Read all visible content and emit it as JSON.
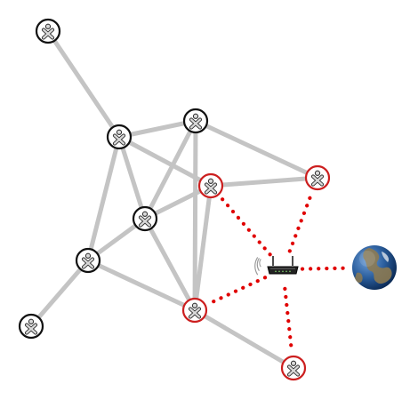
{
  "diagram": {
    "type": "mesh-network",
    "colors": {
      "background": "#ffffff",
      "mesh_link": "#c4c4c4",
      "gateway_link": "#e00000",
      "node_ring_default": "#111111",
      "node_ring_gateway": "#cc1f1f",
      "node_fill": "#ffffff",
      "figure_fill": "#d9d9d9",
      "figure_stroke": "#333333",
      "router_body": "#222222",
      "wifi_waves": "#9a9a9a",
      "globe_ocean": "#1d4f8f",
      "globe_land": "#8c7a52"
    },
    "nodes": [
      {
        "id": "n1",
        "kind": "xo-laptop",
        "gateway": false
      },
      {
        "id": "n2",
        "kind": "xo-laptop",
        "gateway": false
      },
      {
        "id": "n3",
        "kind": "xo-laptop",
        "gateway": false
      },
      {
        "id": "n4",
        "kind": "xo-laptop",
        "gateway": true
      },
      {
        "id": "n5",
        "kind": "xo-laptop",
        "gateway": true
      },
      {
        "id": "n6",
        "kind": "xo-laptop",
        "gateway": false
      },
      {
        "id": "n7",
        "kind": "xo-laptop",
        "gateway": false
      },
      {
        "id": "n8",
        "kind": "xo-laptop",
        "gateway": false
      },
      {
        "id": "n9",
        "kind": "xo-laptop",
        "gateway": true
      },
      {
        "id": "n10",
        "kind": "xo-laptop",
        "gateway": true
      }
    ],
    "router": {
      "id": "router",
      "icon": "wireless-router-icon"
    },
    "internet": {
      "id": "internet",
      "icon": "globe-icon"
    },
    "mesh_links": [
      [
        "n1",
        "n2"
      ],
      [
        "n2",
        "n3"
      ],
      [
        "n2",
        "n4"
      ],
      [
        "n2",
        "n6"
      ],
      [
        "n2",
        "n7"
      ],
      [
        "n3",
        "n6"
      ],
      [
        "n3",
        "n9"
      ],
      [
        "n3",
        "n5"
      ],
      [
        "n4",
        "n5"
      ],
      [
        "n4",
        "n6"
      ],
      [
        "n4",
        "n9"
      ],
      [
        "n6",
        "n7"
      ],
      [
        "n6",
        "n9"
      ],
      [
        "n7",
        "n8"
      ],
      [
        "n7",
        "n9"
      ],
      [
        "n9",
        "n10"
      ]
    ],
    "gateway_links": [
      [
        "router",
        "n4"
      ],
      [
        "router",
        "n5"
      ],
      [
        "router",
        "n9"
      ],
      [
        "router",
        "n10"
      ],
      [
        "router",
        "internet"
      ]
    ]
  }
}
